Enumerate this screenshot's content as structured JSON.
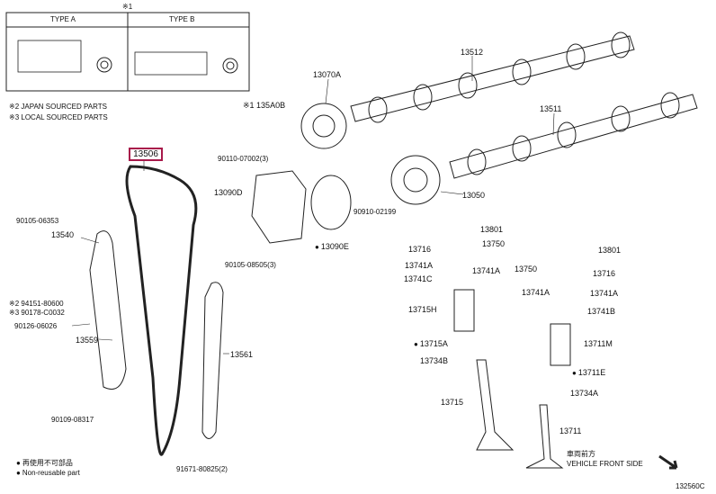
{
  "legend_box": {
    "note_mark": "※1",
    "type_a": "TYPE A",
    "type_b": "TYPE B"
  },
  "notes": {
    "note2": "※2 JAPAN SOURCED PARTS",
    "note3": "※3 LOCAL SOURCED PARTS"
  },
  "parts": [
    {
      "id": "p13506",
      "text": "13506"
    },
    {
      "id": "p13512",
      "text": "13512"
    },
    {
      "id": "p13070A",
      "text": "13070A"
    },
    {
      "id": "p1135A0B",
      "text": "※1 135A0B"
    },
    {
      "id": "p13511",
      "text": "13511"
    },
    {
      "id": "p90110",
      "text": "90110-07002(3)"
    },
    {
      "id": "p13090D",
      "text": "13090D"
    },
    {
      "id": "p13050",
      "text": "13050"
    },
    {
      "id": "p90910",
      "text": "90910-02199"
    },
    {
      "id": "p13090E",
      "text": "13090E"
    },
    {
      "id": "p90105_06353",
      "text": "90105-06353"
    },
    {
      "id": "p13540",
      "text": "13540"
    },
    {
      "id": "p90105_08505",
      "text": "90105-08505(3)"
    },
    {
      "id": "p94151",
      "text": "※2 94151-80600"
    },
    {
      "id": "p90178",
      "text": "※3 90178-C0032"
    },
    {
      "id": "p90126",
      "text": "90126-06026"
    },
    {
      "id": "p13559",
      "text": "13559"
    },
    {
      "id": "p13561",
      "text": "13561"
    },
    {
      "id": "p90109",
      "text": "90109-08317"
    },
    {
      "id": "p91671",
      "text": "91671-80825(2)"
    },
    {
      "id": "p13801a",
      "text": "13801"
    },
    {
      "id": "p13716a",
      "text": "13716"
    },
    {
      "id": "p13750a",
      "text": "13750"
    },
    {
      "id": "p13741Aa",
      "text": "13741A"
    },
    {
      "id": "p13741Ab",
      "text": "13741A"
    },
    {
      "id": "p13741C",
      "text": "13741C"
    },
    {
      "id": "p13715H",
      "text": "13715H"
    },
    {
      "id": "p13715A",
      "text": "13715A"
    },
    {
      "id": "p13734B",
      "text": "13734B"
    },
    {
      "id": "p13715",
      "text": "13715"
    },
    {
      "id": "p13801b",
      "text": "13801"
    },
    {
      "id": "p13750b",
      "text": "13750"
    },
    {
      "id": "p13716b",
      "text": "13716"
    },
    {
      "id": "p13741Ac",
      "text": "13741A"
    },
    {
      "id": "p13741Ad",
      "text": "13741A"
    },
    {
      "id": "p13741B",
      "text": "13741B"
    },
    {
      "id": "p13711M",
      "text": "13711M"
    },
    {
      "id": "p13711E",
      "text": "13711E"
    },
    {
      "id": "p13734A",
      "text": "13734A"
    },
    {
      "id": "p13711",
      "text": "13711"
    }
  ],
  "footer": {
    "legend1_jp": "再使用不可部品",
    "legend2": "Non-reusable part",
    "direction_jp": "車両前方",
    "direction": "VEHICLE FRONT SIDE",
    "figure_id": "132560C"
  }
}
